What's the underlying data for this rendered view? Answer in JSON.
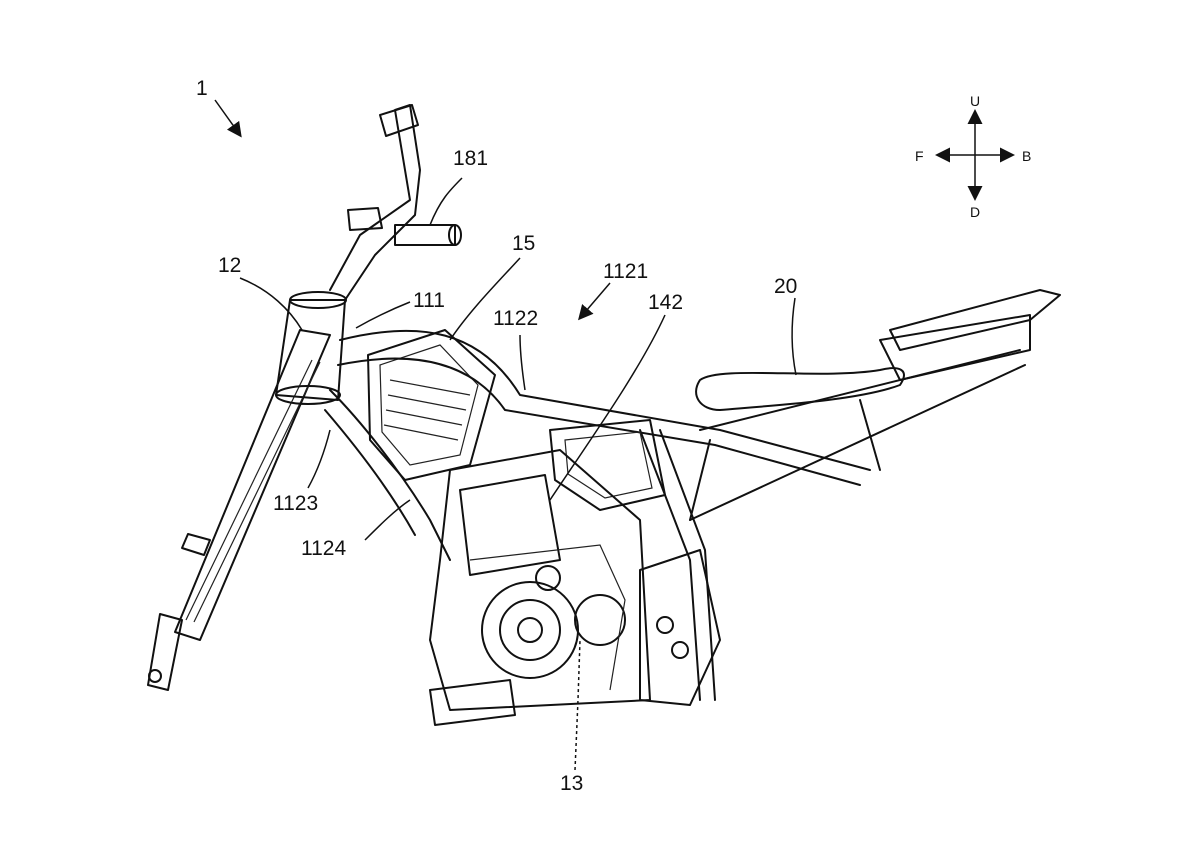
{
  "figure": {
    "reference_numerals": {
      "assembly": "1",
      "handlebar_grip": "181",
      "head_pipe": "12",
      "upper_frame": "111",
      "battery_box": "15",
      "frame_arrow": "1121",
      "frame_rail": "1122",
      "bracket": "142",
      "seat": "20",
      "down_tube": "1123",
      "engine_mount": "1124",
      "engine": "13"
    },
    "direction_indicator": {
      "up": "U",
      "down": "D",
      "front": "F",
      "back": "B"
    },
    "colors": {
      "line": "#111111",
      "background": "#ffffff"
    }
  }
}
